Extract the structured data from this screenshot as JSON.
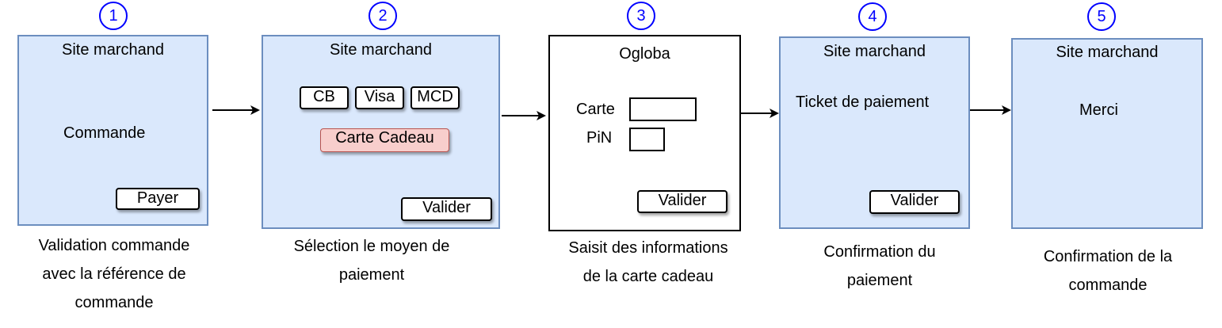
{
  "steps": [
    {
      "number": "1",
      "panel_title": "Site marchand",
      "body_text": "Commande",
      "button": "Payer",
      "caption": [
        "Validation commande",
        "avec la référence de",
        "commande"
      ]
    },
    {
      "number": "2",
      "panel_title": "Site marchand",
      "payment_options": [
        "CB",
        "Visa",
        "MCD"
      ],
      "gift_card": "Carte Cadeau",
      "button": "Valider",
      "caption": [
        "Sélection le moyen de",
        "paiement"
      ]
    },
    {
      "number": "3",
      "panel_title": "Ogloba",
      "card_label": "Carte",
      "pin_label": "PiN",
      "button": "Valider",
      "caption": [
        "Saisit des informations",
        "de la carte cadeau"
      ]
    },
    {
      "number": "4",
      "panel_title": "Site marchand",
      "body_text": "Ticket de paiement",
      "button": "Valider",
      "caption": [
        "Confirmation du",
        "paiement"
      ]
    },
    {
      "number": "5",
      "panel_title": "Site marchand",
      "body_text": "Merci",
      "caption": [
        "Confirmation de la",
        "commande"
      ]
    }
  ],
  "colors": {
    "panel_fill": "#dae8fc",
    "panel_border": "#6c8ebf",
    "number_circle": "#0000ff",
    "gift_fill": "#f8cecc",
    "gift_border": "#b85450"
  }
}
